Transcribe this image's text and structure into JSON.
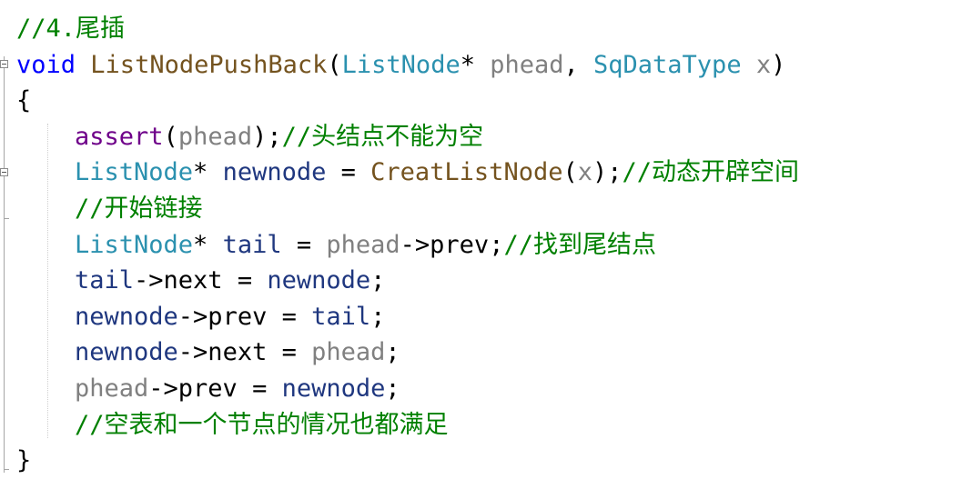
{
  "editor": {
    "lines": [
      {
        "tokens": [
          {
            "t": "//4.尾插",
            "c": "comment"
          }
        ]
      },
      {
        "tokens": [
          {
            "t": "void",
            "c": "kw"
          },
          {
            "t": " ",
            "c": "plain"
          },
          {
            "t": "ListNodePushBack",
            "c": "func"
          },
          {
            "t": "(",
            "c": "plain"
          },
          {
            "t": "ListNode",
            "c": "type"
          },
          {
            "t": "* ",
            "c": "plain"
          },
          {
            "t": "phead",
            "c": "param"
          },
          {
            "t": ", ",
            "c": "plain"
          },
          {
            "t": "SqDataType",
            "c": "type"
          },
          {
            "t": " ",
            "c": "plain"
          },
          {
            "t": "x",
            "c": "param"
          },
          {
            "t": ")",
            "c": "plain"
          }
        ]
      },
      {
        "tokens": [
          {
            "t": "{",
            "c": "plain"
          }
        ]
      },
      {
        "indent": true,
        "tokens": [
          {
            "t": "assert",
            "c": "macro"
          },
          {
            "t": "(",
            "c": "plain"
          },
          {
            "t": "phead",
            "c": "param"
          },
          {
            "t": ");",
            "c": "plain"
          },
          {
            "t": "//头结点不能为空",
            "c": "comment"
          }
        ]
      },
      {
        "indent": true,
        "tokens": [
          {
            "t": "ListNode",
            "c": "type"
          },
          {
            "t": "* ",
            "c": "plain"
          },
          {
            "t": "newnode",
            "c": "var"
          },
          {
            "t": " = ",
            "c": "plain"
          },
          {
            "t": "CreatListNode",
            "c": "func"
          },
          {
            "t": "(",
            "c": "plain"
          },
          {
            "t": "x",
            "c": "param"
          },
          {
            "t": ");",
            "c": "plain"
          },
          {
            "t": "//动态开辟空间",
            "c": "comment"
          }
        ]
      },
      {
        "indent": true,
        "tokens": [
          {
            "t": "//开始链接",
            "c": "comment"
          }
        ]
      },
      {
        "indent": true,
        "tokens": [
          {
            "t": "ListNode",
            "c": "type"
          },
          {
            "t": "* ",
            "c": "plain"
          },
          {
            "t": "tail",
            "c": "var"
          },
          {
            "t": " = ",
            "c": "plain"
          },
          {
            "t": "phead",
            "c": "param"
          },
          {
            "t": "->prev;",
            "c": "plain"
          },
          {
            "t": "//找到尾结点",
            "c": "comment"
          }
        ]
      },
      {
        "indent": true,
        "tokens": [
          {
            "t": "tail",
            "c": "var"
          },
          {
            "t": "->next = ",
            "c": "plain"
          },
          {
            "t": "newnode",
            "c": "var"
          },
          {
            "t": ";",
            "c": "plain"
          }
        ]
      },
      {
        "indent": true,
        "tokens": [
          {
            "t": "newnode",
            "c": "var"
          },
          {
            "t": "->prev = ",
            "c": "plain"
          },
          {
            "t": "tail",
            "c": "var"
          },
          {
            "t": ";",
            "c": "plain"
          }
        ]
      },
      {
        "indent": true,
        "tokens": [
          {
            "t": "newnode",
            "c": "var"
          },
          {
            "t": "->next = ",
            "c": "plain"
          },
          {
            "t": "phead",
            "c": "param"
          },
          {
            "t": ";",
            "c": "plain"
          }
        ]
      },
      {
        "indent": true,
        "tokens": [
          {
            "t": "phead",
            "c": "param"
          },
          {
            "t": "->prev = ",
            "c": "plain"
          },
          {
            "t": "newnode",
            "c": "var"
          },
          {
            "t": ";",
            "c": "plain"
          }
        ]
      },
      {
        "indent": true,
        "tokens": [
          {
            "t": "//空表和一个节点的情况也都满足",
            "c": "comment"
          }
        ]
      },
      {
        "tokens": [
          {
            "t": "}",
            "c": "plain"
          }
        ]
      }
    ]
  },
  "colors": {
    "comment": "#008000",
    "keyword": "#0000ff",
    "type": "#2b91af",
    "function": "#74531f",
    "macro": "#6f008a",
    "parameter": "#808080",
    "variable": "#1f377f"
  }
}
